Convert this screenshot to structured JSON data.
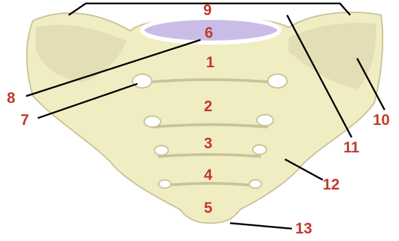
{
  "colors": {
    "bone_fill": "#f1edc3",
    "bone_shadow": "#c9c39a",
    "canal": "#c9bde8",
    "label_red": "#c0392b",
    "leader": "#000000"
  },
  "labels": {
    "l1": "1",
    "l2": "2",
    "l3": "3",
    "l4": "4",
    "l5": "5",
    "l6": "6",
    "l7": "7",
    "l8": "8",
    "l9": "9",
    "l10": "10",
    "l11": "11",
    "l12": "12",
    "l13": "13"
  }
}
